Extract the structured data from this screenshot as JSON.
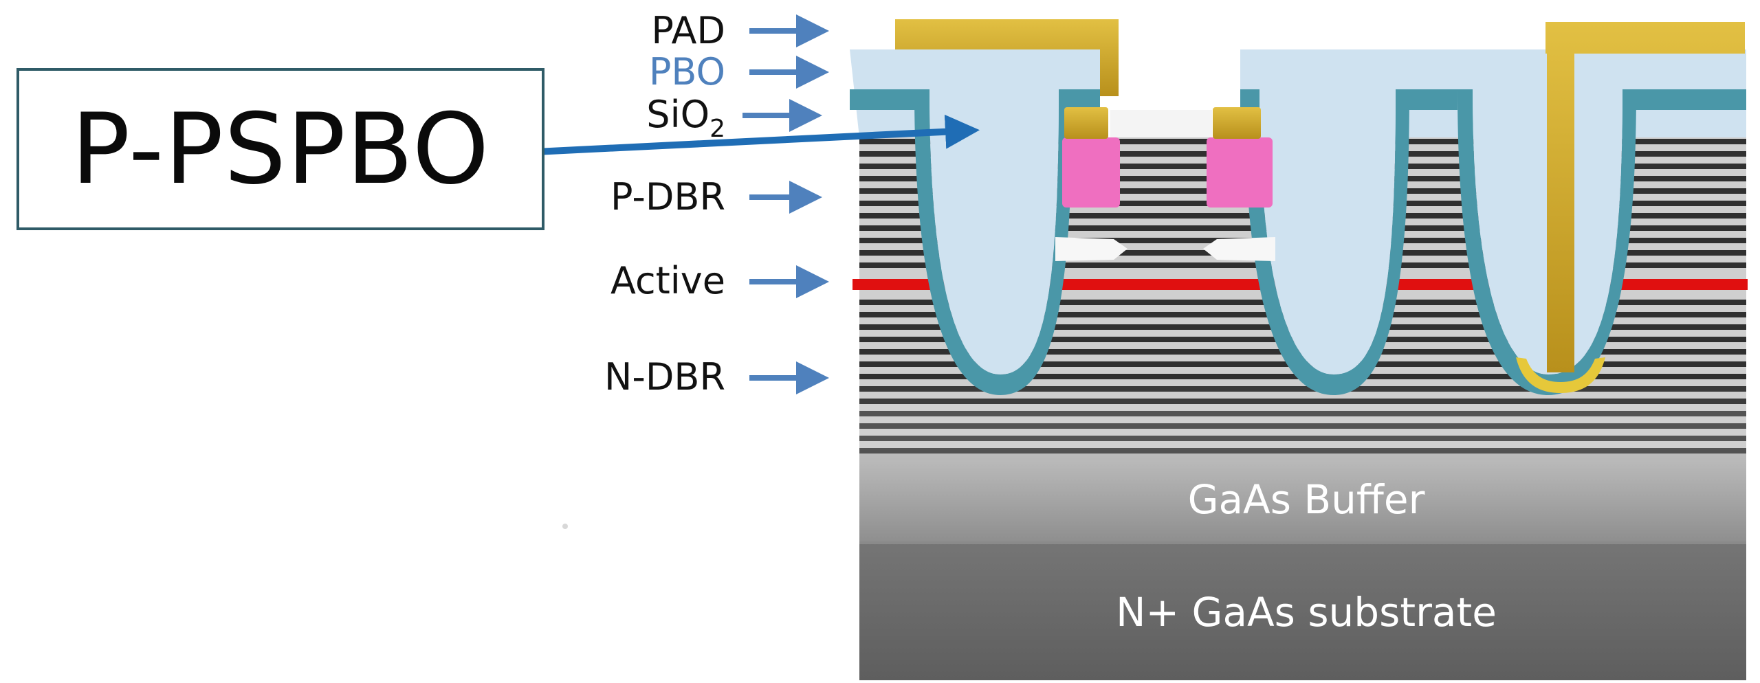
{
  "callout": {
    "text": "P-PSPBO"
  },
  "labels": {
    "pad": "PAD",
    "pbo": "PBO",
    "sio2_main": "SiO",
    "sio2_sub": "2",
    "pdbr": "P-DBR",
    "active": "Active",
    "ndbr": "N-DBR"
  },
  "layers": {
    "buffer": "GaAs Buffer",
    "substrate": "N+ GaAs substrate"
  },
  "colors": {
    "arrow": "#4f81bd",
    "callout_arrow": "#1f6db5",
    "callout_border": "#2f5b67",
    "pbo_label": "#4f81bd",
    "pad_gold": "#c9a227",
    "pbo_fill": "#cfe2f0",
    "sio2_teal": "#4a97a8",
    "active_red": "#e01010",
    "contact_pink": "#ef6fc0",
    "buffer_gray": "#9a9a9a",
    "substrate_gray": "#666666"
  }
}
